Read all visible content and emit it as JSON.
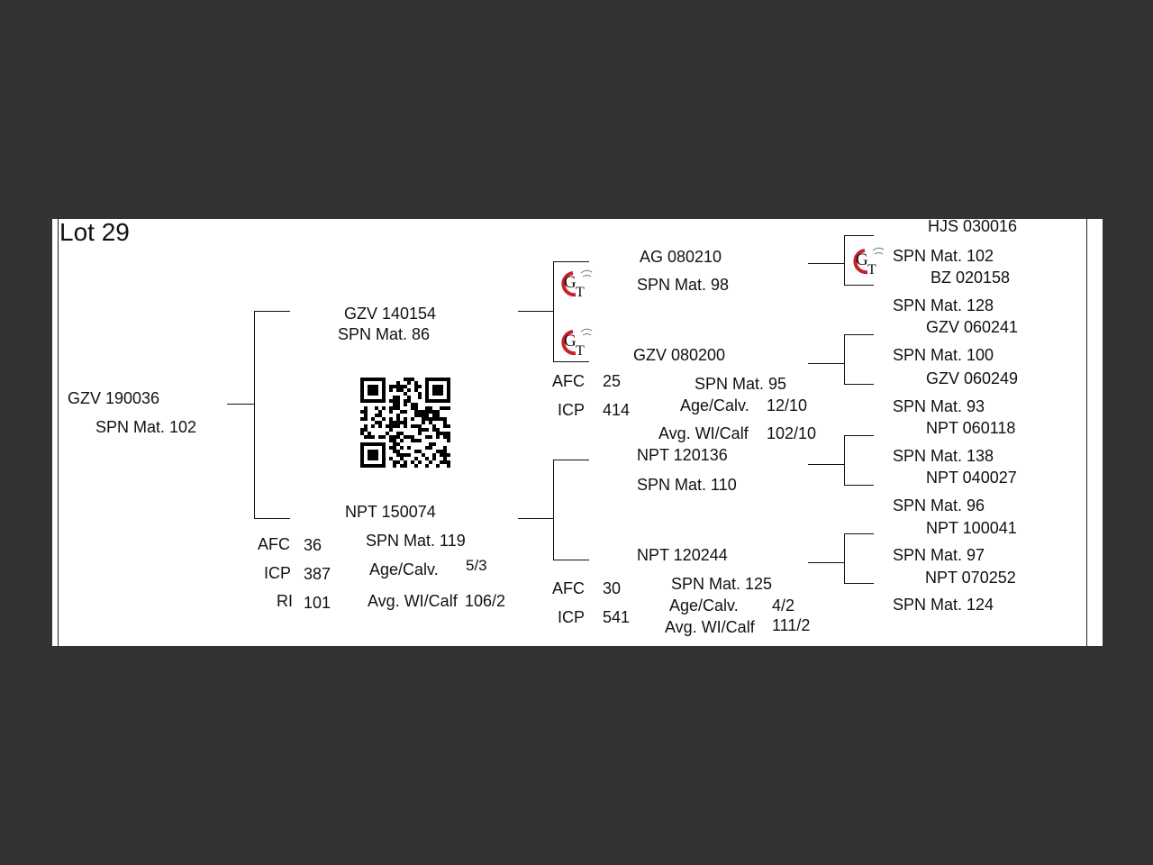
{
  "lot": "Lot 29",
  "subject": {
    "id": "GZV 190036",
    "mat": "SPN Mat. 102"
  },
  "sire": {
    "id": "GZV 140154",
    "mat": "SPN Mat. 86"
  },
  "dam": {
    "id": "NPT 150074",
    "mat": "SPN Mat. 119",
    "afc_label": "AFC",
    "afc": "36",
    "icp_label": "ICP",
    "icp": "387",
    "ri_label": "RI",
    "ri": "101",
    "age_label": "Age/Calv.",
    "age": "5/3",
    "wi_label": "Avg. WI/Calf",
    "wi": "106/2"
  },
  "ss": {
    "id": "AG  080210",
    "mat": "SPN Mat. 98"
  },
  "sd": {
    "id": "GZV 080200",
    "mat": "SPN Mat. 95",
    "afc_label": "AFC",
    "afc": "25",
    "icp_label": "ICP",
    "icp": "414",
    "age_label": "Age/Calv.",
    "age": "12/10",
    "wi_label": "Avg. WI/Calf",
    "wi": "102/10"
  },
  "ds": {
    "id": "NPT 120136",
    "mat": "SPN Mat. 110"
  },
  "dd": {
    "id": "NPT 120244",
    "mat": "SPN Mat. 125",
    "afc_label": "AFC",
    "afc": "30",
    "icp_label": "ICP",
    "icp": "541",
    "age_label": "Age/Calv.",
    "age": "4/2",
    "wi_label": "Avg. WI/Calf",
    "wi": "111/2"
  },
  "gen4": [
    {
      "id": "HJS 030016",
      "mat": "SPN Mat. 102"
    },
    {
      "id": "BZ  020158",
      "mat": "SPN Mat. 128"
    },
    {
      "id": "GZV 060241",
      "mat": "SPN Mat. 100"
    },
    {
      "id": "GZV 060249",
      "mat": "SPN Mat. 93"
    },
    {
      "id": "NPT 060118",
      "mat": "SPN Mat. 138"
    },
    {
      "id": "NPT 040027",
      "mat": "SPN Mat. 96"
    },
    {
      "id": "NPT 100041",
      "mat": "SPN Mat. 97"
    },
    {
      "id": "NPT 070252",
      "mat": "SPN Mat. 124"
    }
  ],
  "icons": {
    "logo": "gt-breeder-logo-icon",
    "qr": "qr-code"
  },
  "colors": {
    "background": "#333333",
    "sheet": "#ffffff",
    "logo_red": "#c8202a"
  }
}
